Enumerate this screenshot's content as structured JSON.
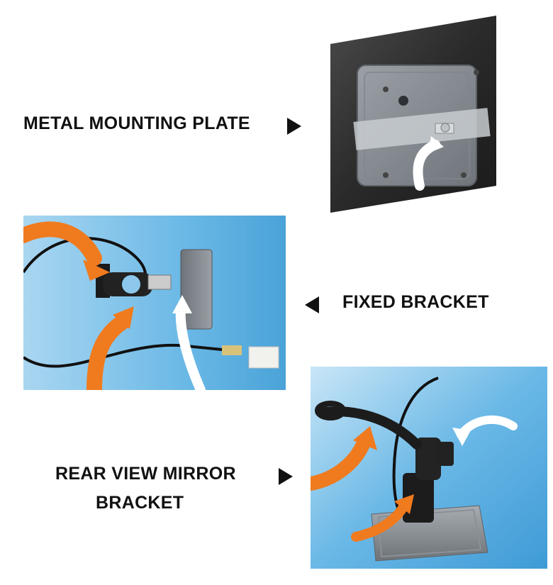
{
  "labels": {
    "metal_plate": "METAL MOUNTING PLATE",
    "fixed_bracket": "FIXED BRACKET",
    "mirror_bracket_line1": "REAR VIEW MIRROR",
    "mirror_bracket_line2": "BRACKET"
  },
  "icons": {
    "pointer_right": "triangle-right-icon",
    "pointer_left": "triangle-left-icon"
  },
  "colors": {
    "text": "#111111",
    "panel_blue": "#5aa9d9",
    "panel_dark": "#2b2b2b",
    "arrow_orange": "#f07a1e",
    "arrow_white": "#ffffff"
  }
}
